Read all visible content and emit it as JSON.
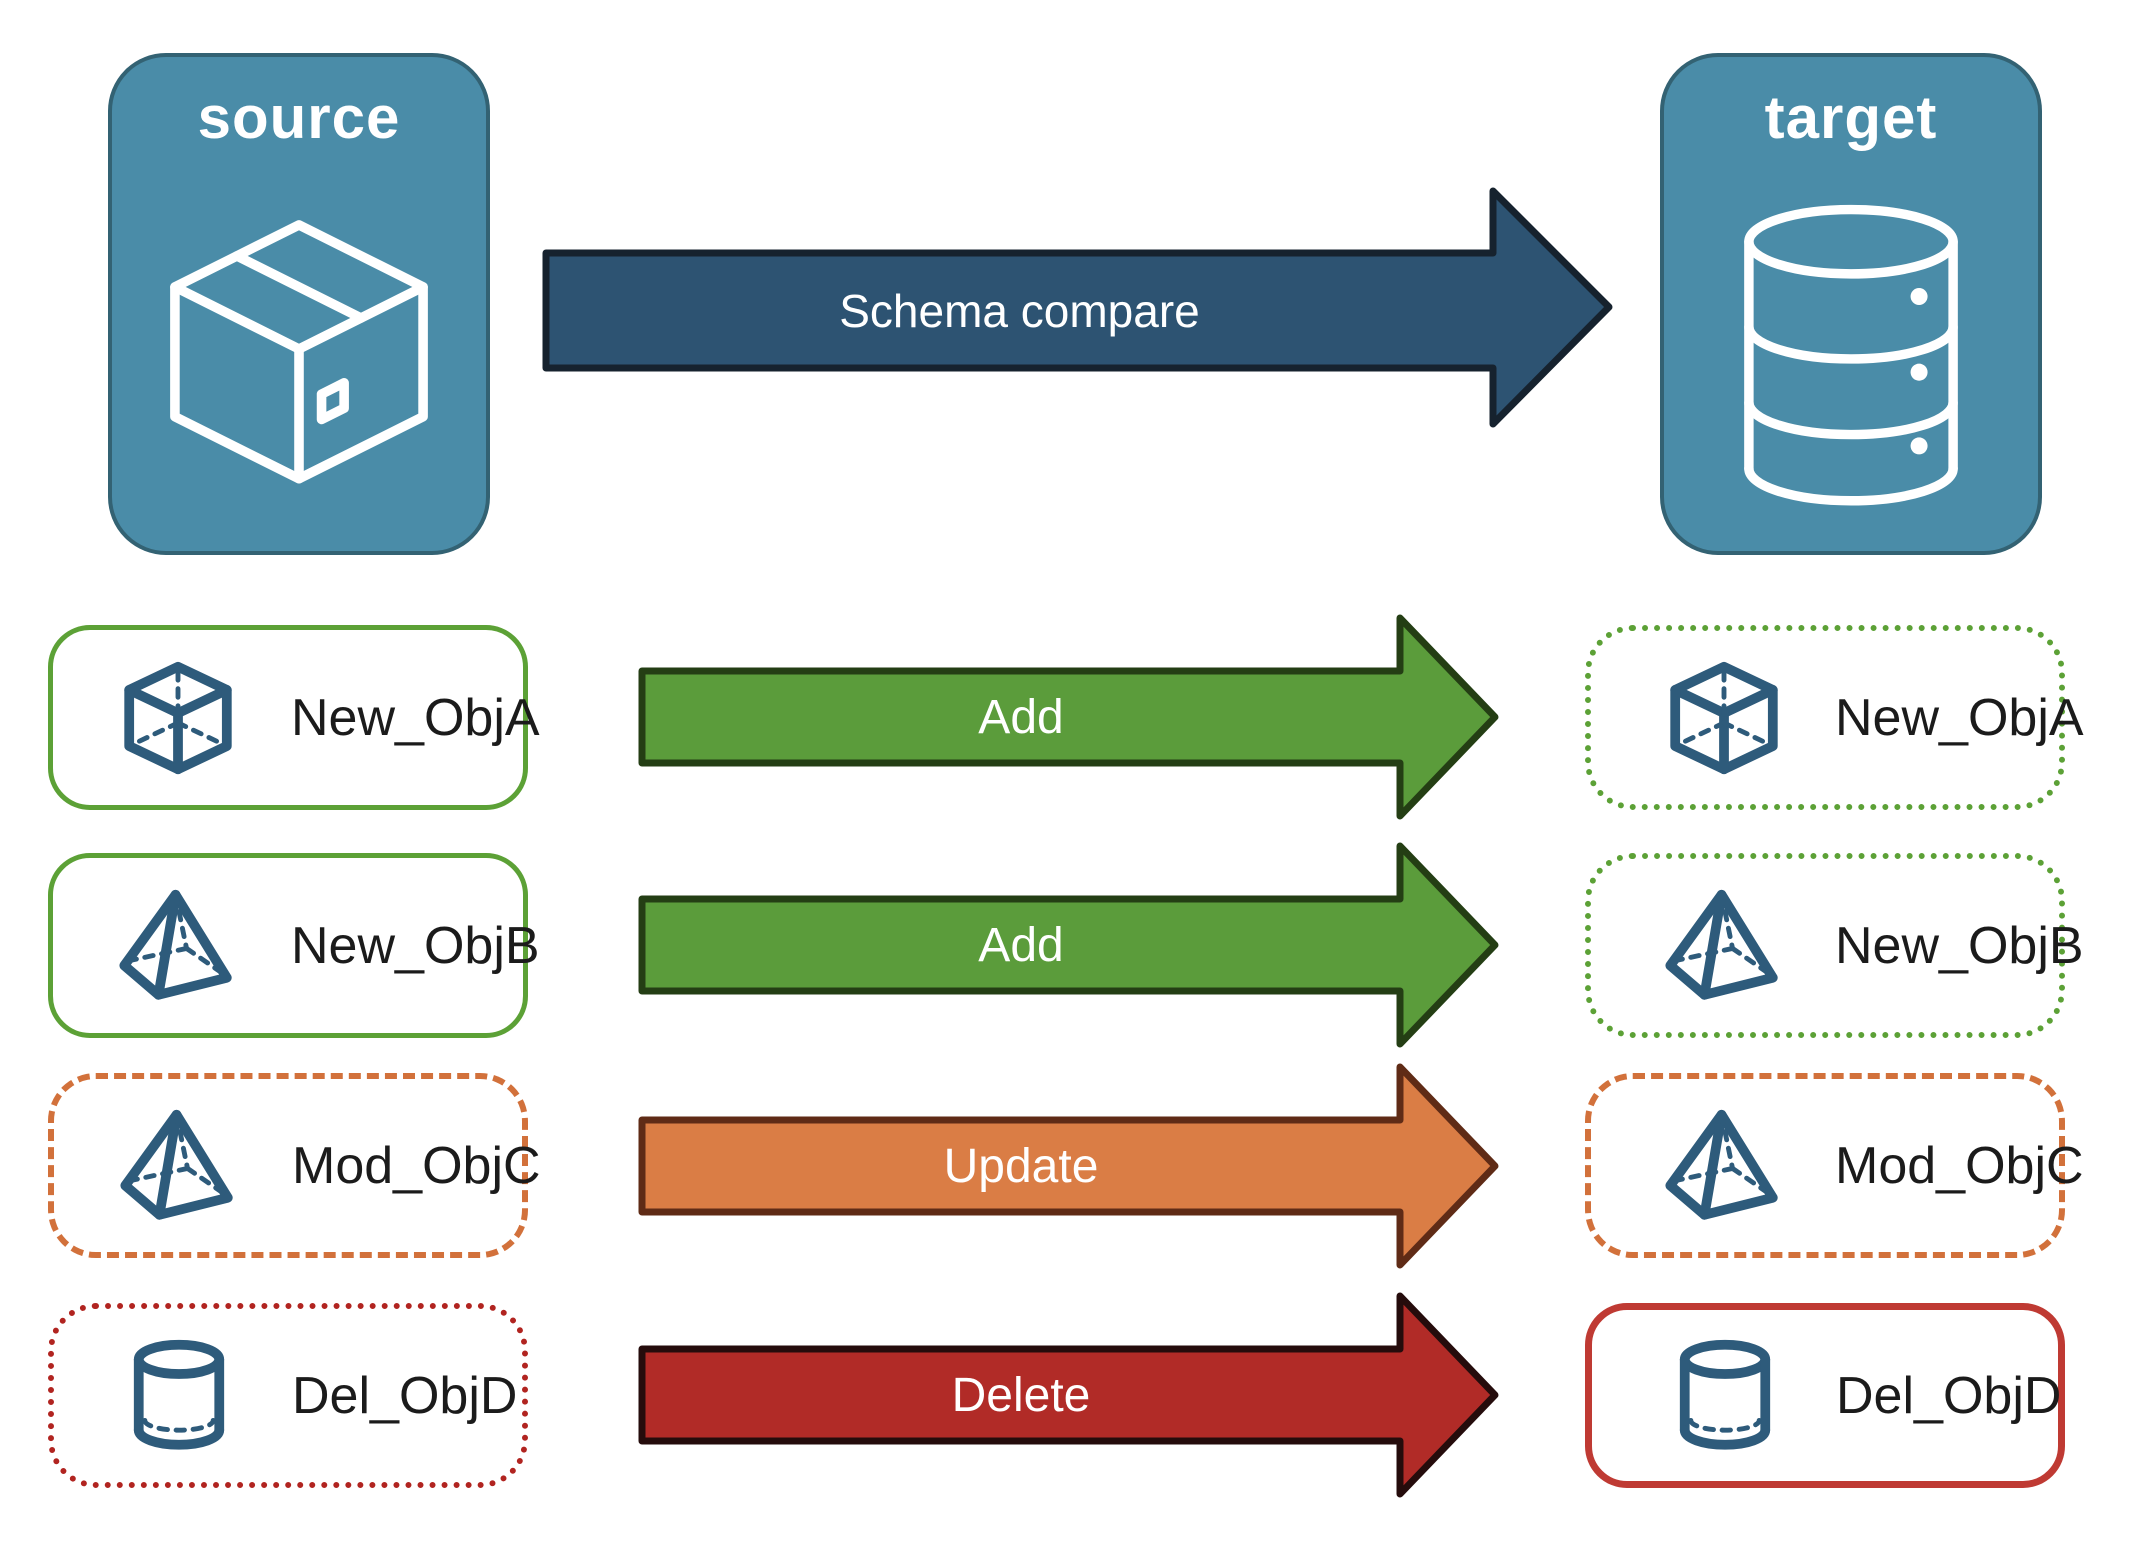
{
  "canvas": {
    "background": "#ffffff"
  },
  "header": {
    "source": {
      "label": "source",
      "icon": "package-box-icon",
      "fill": "#4A8CA8",
      "border_color": "#336273",
      "label_color": "#ffffff"
    },
    "target": {
      "label": "target",
      "icon": "database-icon",
      "fill": "#4A8CA8",
      "border_color": "#336273",
      "label_color": "#ffffff"
    },
    "compare_arrow": {
      "label": "Schema compare",
      "fill": "#2D5372",
      "border_color": "#16222E",
      "label_color": "#ffffff"
    }
  },
  "colors": {
    "icon_stroke": "#2E5B7B",
    "object_label": "#1B1B1B",
    "add_green": "#5CA136",
    "update_orange": "#D2713B",
    "delete_red_dotted": "#B12420",
    "delete_red_solid": "#BF3A33"
  },
  "rows": [
    {
      "object_name": "New_ObjA",
      "icon": "cube-icon",
      "action_label": "Add",
      "arrow_fill": "#5B9C3B",
      "arrow_border": "#243E14",
      "source_box_style": "solid-green",
      "target_box_style": "dotted-green"
    },
    {
      "object_name": "New_ObjB",
      "icon": "pyramid-icon",
      "action_label": "Add",
      "arrow_fill": "#5B9C3B",
      "arrow_border": "#243E14",
      "source_box_style": "solid-green",
      "target_box_style": "dotted-green"
    },
    {
      "object_name": "Mod_ObjC",
      "icon": "pyramid-icon",
      "action_label": "Update",
      "arrow_fill": "#DA7D45",
      "arrow_border": "#5F2B16",
      "source_box_style": "dashed-orange",
      "target_box_style": "dashed-orange"
    },
    {
      "object_name": "Del_ObjD",
      "icon": "cylinder-icon",
      "action_label": "Delete",
      "arrow_fill": "#B12B27",
      "arrow_border": "#250C0C",
      "source_box_style": "dotted-red",
      "target_box_style": "solid-red"
    }
  ]
}
